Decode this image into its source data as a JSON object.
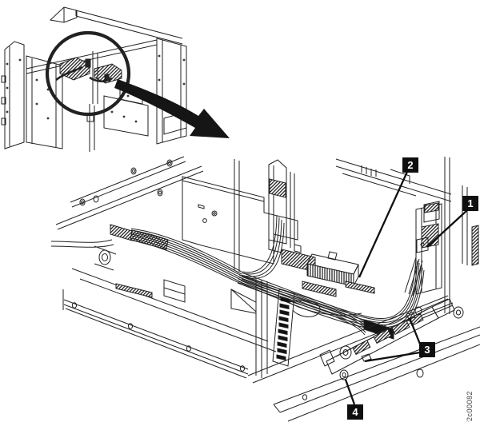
{
  "figure": {
    "id": "f2c00082"
  },
  "callouts": [
    {
      "label": "1"
    },
    {
      "label": "2"
    },
    {
      "label": "3"
    },
    {
      "label": "4"
    }
  ],
  "icons": {
    "detail_circle": "magnifier-circle",
    "detail_arrow": "zoom-detail-arrow"
  },
  "colors": {
    "background": "#ffffff",
    "line_art": "#222222",
    "callout_background": "#0f0f0f",
    "callout_text": "#ffffff",
    "figure_id_text": "#3f3f3f"
  }
}
